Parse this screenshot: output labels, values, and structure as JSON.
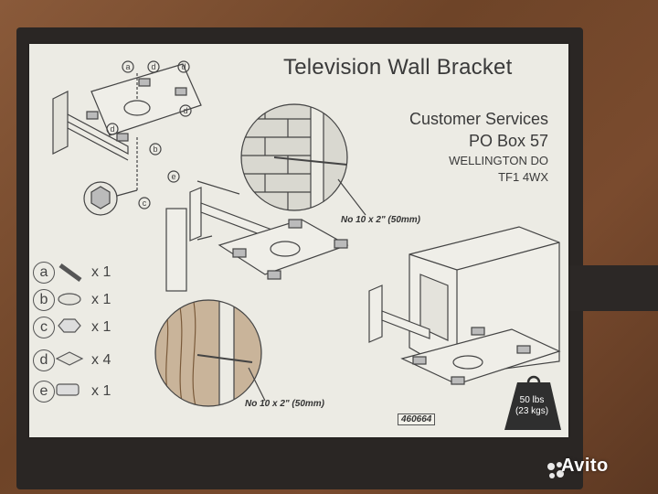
{
  "title": "Television Wall Bracket",
  "address": {
    "line1": "Customer Services",
    "line2": "PO Box 57",
    "line3": "WELLINGTON DO",
    "line4": "TF1 4WX"
  },
  "screw_labels": [
    "No 10 x 2\" (50mm)",
    "No 10 x 2\" (50mm)"
  ],
  "parts": [
    {
      "letter": "a",
      "qty": "x 1"
    },
    {
      "letter": "b",
      "qty": "x 1"
    },
    {
      "letter": "c",
      "qty": "x 1"
    },
    {
      "letter": "d",
      "qty": "x 4"
    },
    {
      "letter": "e",
      "qty": "x 1"
    }
  ],
  "diagram_letters": [
    "a",
    "d",
    "d",
    "d",
    "d",
    "b",
    "e",
    "c"
  ],
  "product_code": "460664",
  "weight": {
    "line1": "50 lbs",
    "line2": "(23 kgs)"
  },
  "watermark": "Avito",
  "colors": {
    "background_wood": "#7a4b2e",
    "board": "#2a2624",
    "card": "#ecebe4",
    "ink": "#3a3a3a"
  }
}
